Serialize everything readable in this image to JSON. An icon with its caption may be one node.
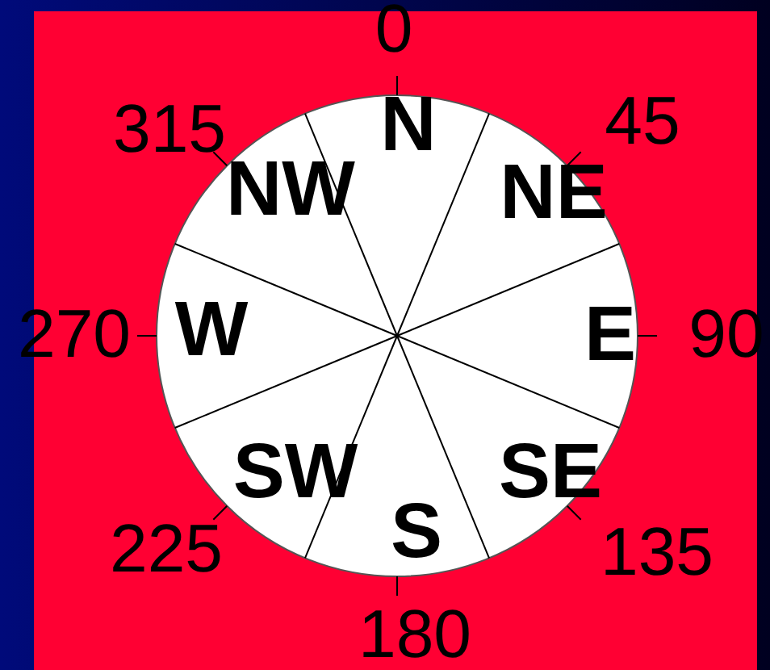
{
  "diagram": {
    "labels": [
      "0",
      "315",
      "N",
      "45",
      "NW",
      "NE",
      "270",
      "W",
      "E",
      "90",
      "SW",
      "SE",
      "225",
      "S",
      "135",
      "180"
    ]
  }
}
